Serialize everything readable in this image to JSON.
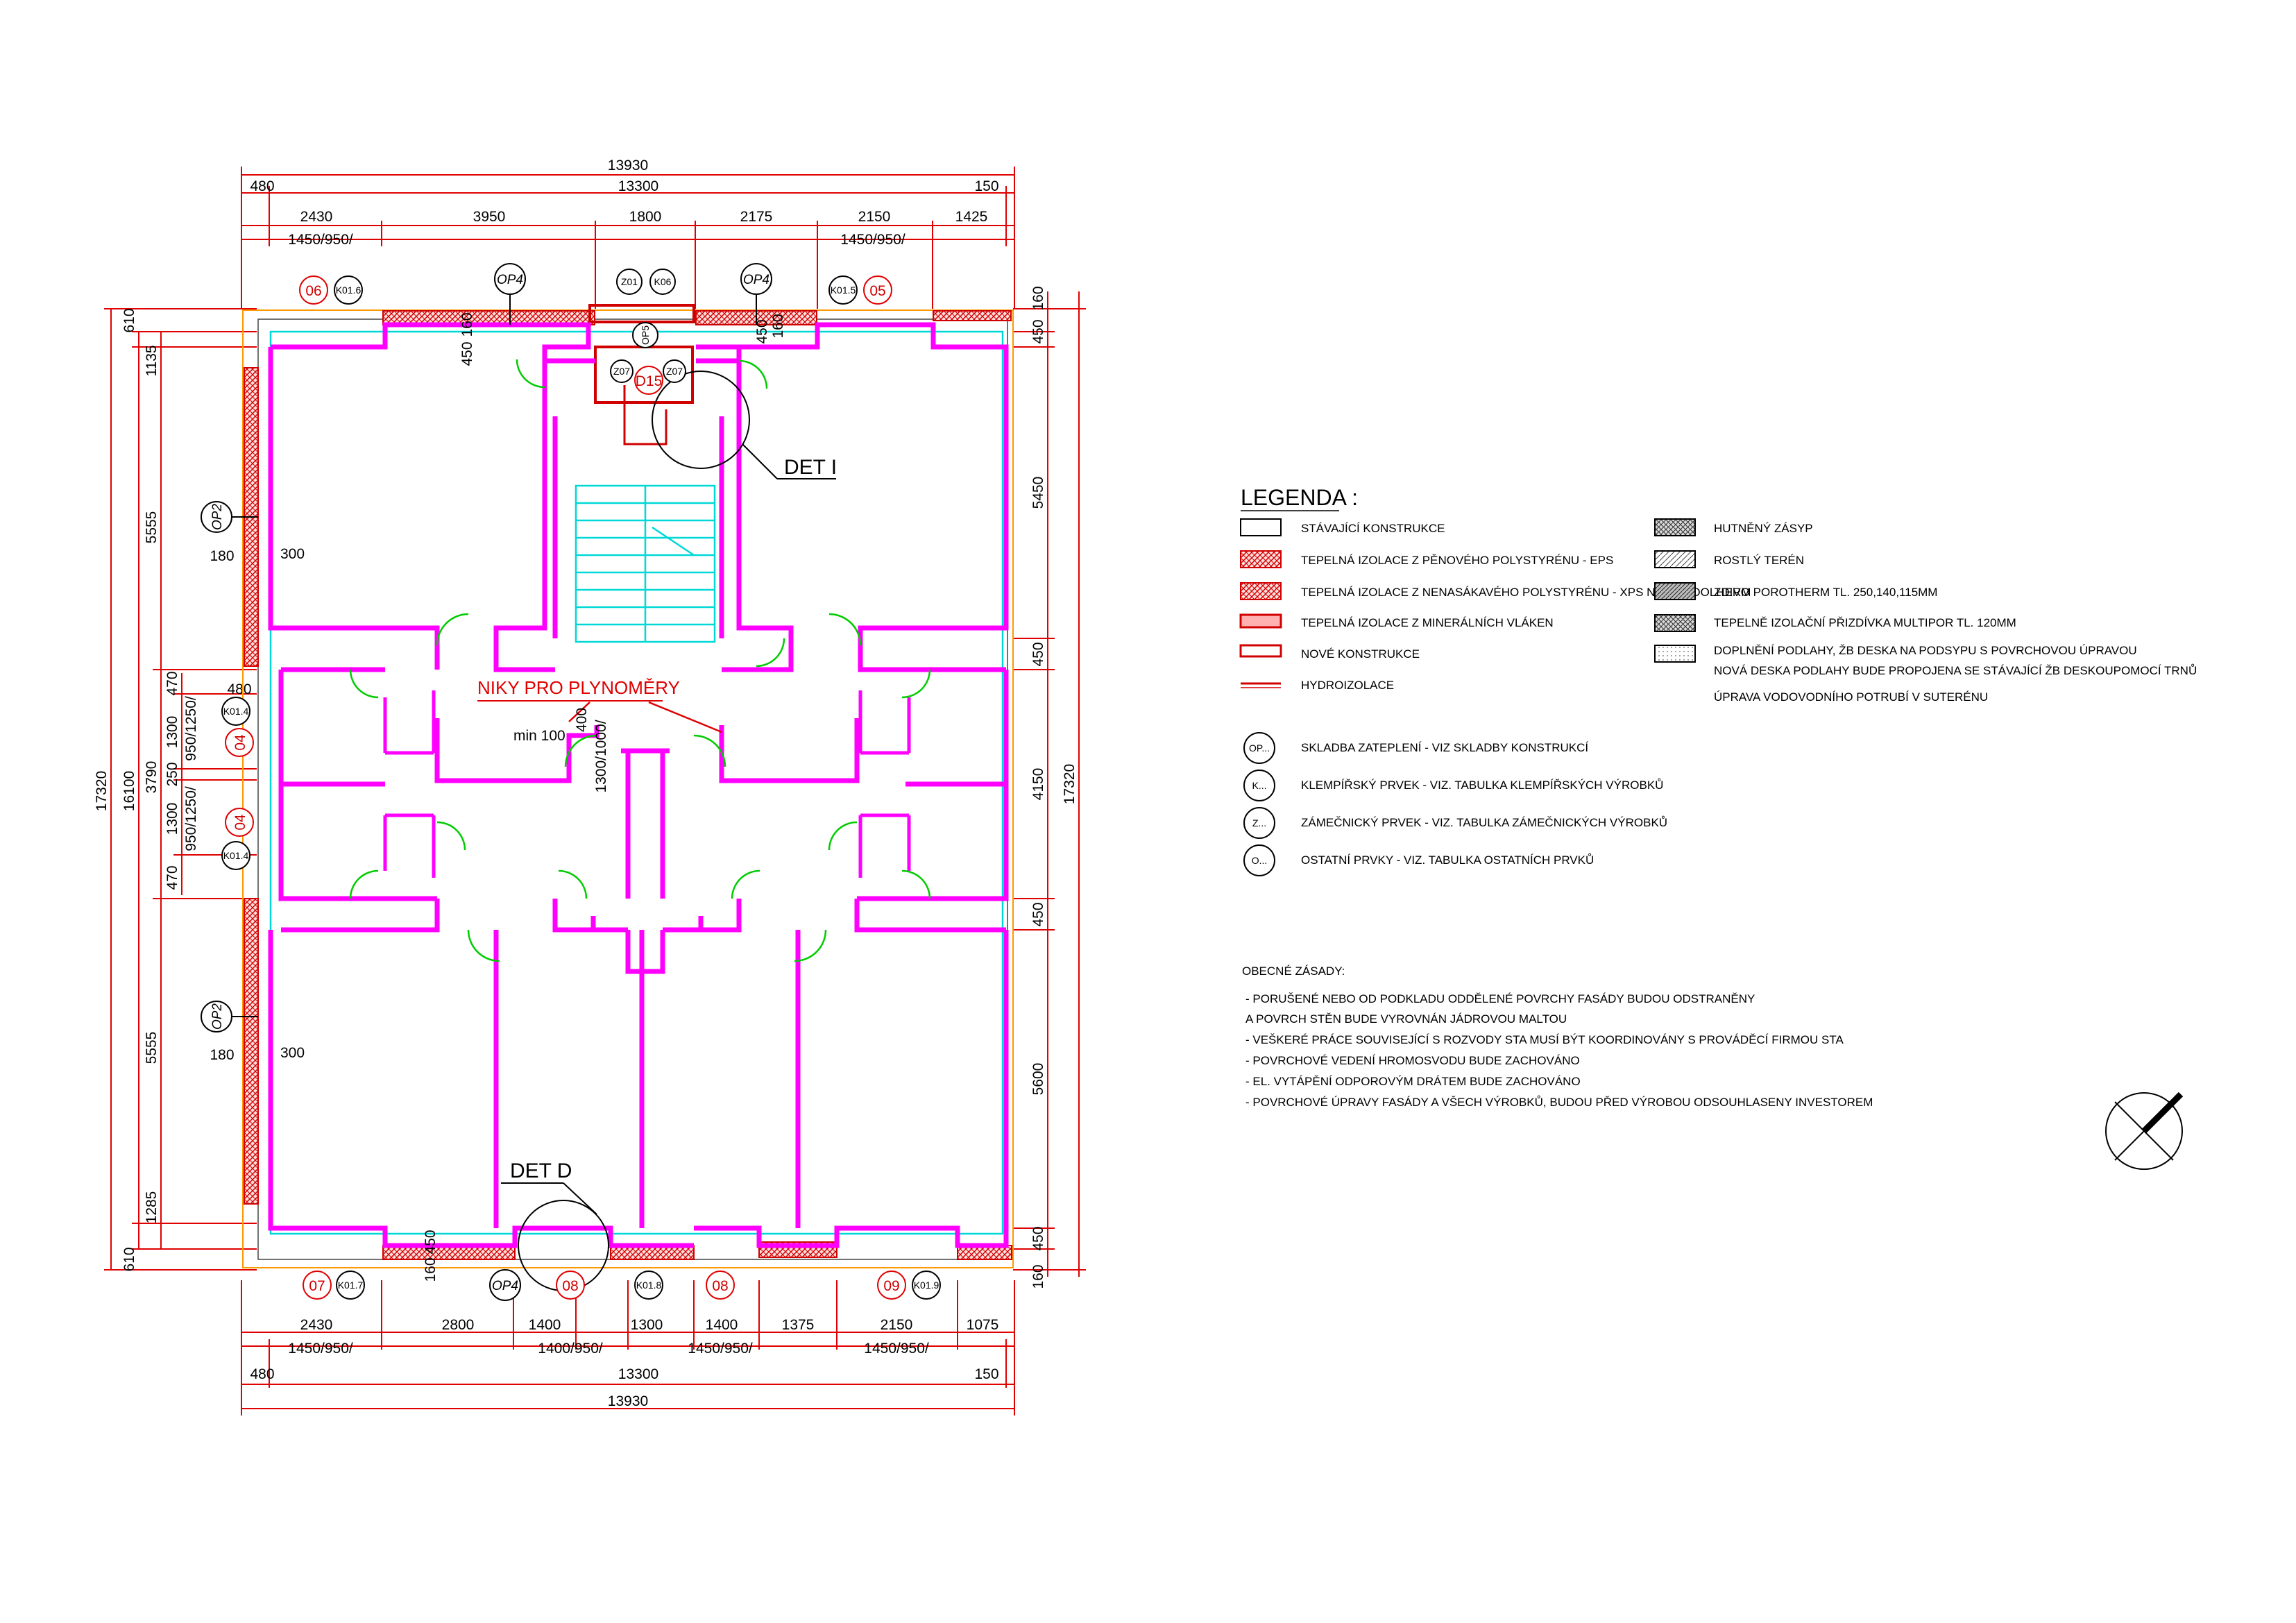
{
  "drawing": {
    "dims_top": {
      "overall": "13930",
      "second": [
        "480",
        "13300",
        "150"
      ],
      "third": [
        "2430",
        "3950",
        "1800",
        "2175",
        "2150",
        "1425"
      ],
      "window_sizes": [
        "1450/950/",
        "1450/950/"
      ]
    },
    "dims_bottom": {
      "third": [
        "2430",
        "2800",
        "1400",
        "1300",
        "1400",
        "1375",
        "2150",
        "1075"
      ],
      "window_sizes": [
        "1450/950/",
        "1400/950/",
        "1450/950/",
        "1450/950/"
      ],
      "second": [
        "480",
        "13300",
        "150"
      ],
      "overall": "13930"
    },
    "dims_left": {
      "outer": "17320",
      "second": "16100",
      "edge": [
        "610",
        "610"
      ],
      "segments": [
        "1135",
        "5555",
        "3790",
        "5555",
        "1285"
      ],
      "middle_a": [
        "470",
        "1300",
        "250",
        "1300",
        "470"
      ],
      "windows": [
        "950/1250/",
        "950/1250/"
      ],
      "wall_labels": [
        "180",
        "300",
        "180",
        "300",
        "480"
      ]
    },
    "dims_right": {
      "outer": "17320",
      "segments": [
        "160",
        "450",
        "5450",
        "450",
        "4150",
        "450",
        "5600",
        "450",
        "160"
      ]
    },
    "stair_dims": [
      "min 100",
      "400",
      "1300/1000/",
      "160",
      "450",
      "160",
      "450",
      "160",
      "450"
    ],
    "tags_top": [
      {
        "kind": "red",
        "text": "06"
      },
      {
        "kind": "black",
        "text": "K01.6"
      },
      {
        "kind": "black",
        "text": "OP4"
      },
      {
        "kind": "black",
        "text": "Z01"
      },
      {
        "kind": "black",
        "text": "K06"
      },
      {
        "kind": "black",
        "text": "OP4"
      },
      {
        "kind": "black",
        "text": "K01.5"
      },
      {
        "kind": "red",
        "text": "05"
      }
    ],
    "tags_stair": [
      {
        "kind": "black",
        "text": "OP5"
      },
      {
        "kind": "black",
        "text": "Z07"
      },
      {
        "kind": "black",
        "text": "Z07"
      },
      {
        "kind": "red",
        "text": "D15"
      }
    ],
    "tags_left": [
      {
        "kind": "black",
        "text": "OP2"
      },
      {
        "kind": "black",
        "text": "K01.4"
      },
      {
        "kind": "red",
        "text": "04"
      },
      {
        "kind": "red",
        "text": "04"
      },
      {
        "kind": "black",
        "text": "K01.4"
      },
      {
        "kind": "black",
        "text": "OP2"
      }
    ],
    "tags_bottom": [
      {
        "kind": "red",
        "text": "07"
      },
      {
        "kind": "black",
        "text": "K01.7"
      },
      {
        "kind": "black",
        "text": "OP4"
      },
      {
        "kind": "red",
        "text": "08"
      },
      {
        "kind": "black",
        "text": "K01.8"
      },
      {
        "kind": "red",
        "text": "08"
      },
      {
        "kind": "red",
        "text": "09"
      },
      {
        "kind": "black",
        "text": "K01.9"
      }
    ],
    "callouts": {
      "det_i": "DET I",
      "det_d": "DET D",
      "niky": "NIKY PRO PLYNOMĚRY"
    }
  },
  "legend": {
    "title": "LEGENDA :",
    "left_items": [
      "STÁVAJÍCÍ KONSTRUKCE",
      "TEPELNÁ IZOLACE Z PĚNOVÉHO POLYSTYRÉNU - EPS",
      "TEPELNÁ IZOLACE Z NENASÁKAVÉHO POLYSTYRÉNU - XPS NEBO KOOLHERM",
      "TEPELNÁ IZOLACE Z MINERÁLNÍCH VLÁKEN",
      "NOVÉ KONSTRUKCE",
      "HYDROIZOLACE"
    ],
    "right_items": [
      "HUTNĚNÝ ZÁSYP",
      "ROSTLÝ TERÉN",
      "ZDIVO POROTHERM TL. 250,140,115MM",
      "TEPELNĚ IZOLAČNÍ PŘIZDÍVKA MULTIPOR TL. 120MM",
      "DOPLNĚNÍ PODLAHY, ŽB DESKA NA PODSYPU S POVRCHOVOU ÚPRAVOU",
      "NOVÁ DESKA PODLAHY BUDE PROPOJENA SE STÁVAJÍCÍ ŽB DESKOUPOMOCÍ TRNŮ",
      "ÚPRAVA VODOVODNÍHO POTRUBÍ V SUTERÉNU"
    ],
    "symbols": [
      {
        "sym": "OP...",
        "text": "SKLADBA ZATEPLENÍ - VIZ SKLADBY KONSTRUKCÍ"
      },
      {
        "sym": "K...",
        "text": "KLEMPÍŘSKÝ PRVEK - VIZ. TABULKA KLEMPÍŘSKÝCH  VÝROBKŮ"
      },
      {
        "sym": "Z...",
        "text": "ZÁMEČNICKÝ PRVEK - VIZ. TABULKA ZÁMEČNICKÝCH  VÝROBKŮ"
      },
      {
        "sym": "O...",
        "text": "OSTATNÍ PRVKY - VIZ. TABULKA OSTATNÍCH PRVKŮ"
      }
    ]
  },
  "notes": {
    "title": "OBECNÉ ZÁSADY:",
    "items": [
      "- PORUŠENÉ NEBO OD PODKLADU ODDĚLENÉ POVRCHY FASÁDY BUDOU ODSTRANĚNY",
      "A POVRCH STĚN BUDE VYROVNÁN JÁDROVOU MALTOU",
      "- VEŠKERÉ PRÁCE SOUVISEJÍCÍ S ROZVODY STA MUSÍ BÝT KOORDINOVÁNY S PROVÁDĚCÍ FIRMOU STA",
      "- POVRCHOVÉ VEDENÍ HROMOSVODU BUDE ZACHOVÁNO",
      "- EL. VYTÁPĚNÍ ODPOROVÝM DRÁTEM BUDE ZACHOVÁNO",
      "- POVRCHOVÉ ÚPRAVY FASÁDY A VŠECH VÝROBKŮ, BUDOU PŘED VÝROBOU ODSOUHLASENY INVESTOREM"
    ]
  },
  "colors": {
    "walls": "#ff00ff",
    "dimensions": "#e00000",
    "doors": "#00cc00",
    "finish": "#00d8d8",
    "insulation": "#ff9900"
  }
}
